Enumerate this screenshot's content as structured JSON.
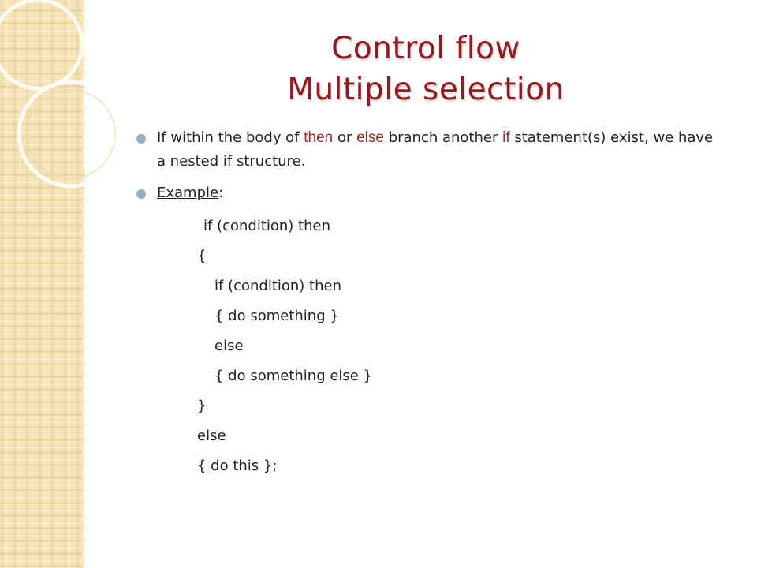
{
  "title": {
    "line1": "Control flow",
    "line2": "Multiple selection"
  },
  "bullets": {
    "first": {
      "text1": "If within the body of ",
      "kw_then": "then",
      "text2": " or ",
      "kw_else": "else",
      "text3": " branch another ",
      "kw_if": "if",
      "text4": " statement(s) exist, we have a nested if structure."
    },
    "second": {
      "label": "Example",
      "colon": ":"
    }
  },
  "code_lines": [
    "if (condition) then",
    "{",
    "if (condition) then",
    "{ do something }",
    "else",
    "{ do something else }",
    "}",
    "else",
    "{ do this };"
  ],
  "colors": {
    "title": "#8e1c20",
    "keyword": "#a0282c",
    "bullet": "#8fb3c4",
    "side_panel": "#f7e4b4"
  }
}
